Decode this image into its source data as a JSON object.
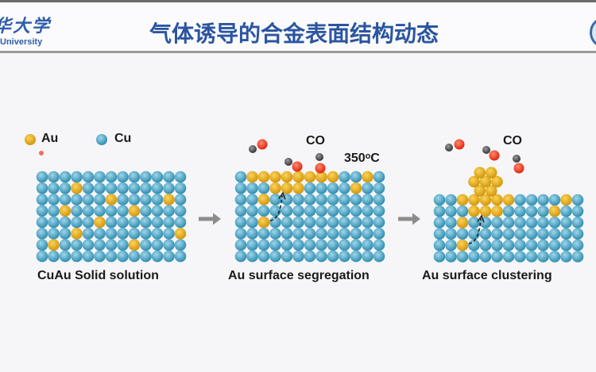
{
  "header": {
    "title": "气体诱导的合金表面结构动态",
    "logo_cn": "华大学",
    "logo_en": "University"
  },
  "legend": {
    "au": "Au",
    "cu": "Cu"
  },
  "colors": {
    "au": "#e3a514",
    "cu": "#3f9fbf",
    "o": "#e83a1e",
    "c": "#555555",
    "arrow": "#8c8c8c"
  },
  "panels": [
    {
      "caption": "CuAu Solid solution",
      "cols": 13,
      "rows": 8,
      "au": [
        [
          3,
          1
        ],
        [
          6,
          2
        ],
        [
          11,
          2
        ],
        [
          2,
          3
        ],
        [
          8,
          3
        ],
        [
          5,
          4
        ],
        [
          3,
          5
        ],
        [
          12,
          5
        ],
        [
          1,
          6
        ],
        [
          8,
          6
        ]
      ],
      "cluster": [],
      "molecules": 0
    },
    {
      "caption": "Au surface segregation",
      "cols": 13,
      "rows": 8,
      "au": [
        [
          1,
          0
        ],
        [
          2,
          0
        ],
        [
          3,
          0
        ],
        [
          4,
          0
        ],
        [
          5,
          0
        ],
        [
          6,
          0
        ],
        [
          7,
          0
        ],
        [
          8,
          0
        ],
        [
          11,
          0
        ],
        [
          3,
          1
        ],
        [
          4,
          1
        ],
        [
          5,
          1
        ],
        [
          10,
          1
        ],
        [
          2,
          2
        ],
        [
          2,
          4
        ]
      ],
      "cluster": [],
      "gas_label": "CO",
      "temperature": "350ᵒC"
    },
    {
      "caption": "Au surface clustering",
      "cols": 13,
      "rows": 6,
      "au": [
        [
          2,
          0
        ],
        [
          3,
          0
        ],
        [
          4,
          0
        ],
        [
          5,
          0
        ],
        [
          6,
          0
        ],
        [
          11,
          0
        ],
        [
          3,
          1
        ],
        [
          4,
          1
        ],
        [
          5,
          1
        ],
        [
          10,
          1
        ],
        [
          2,
          2
        ],
        [
          2,
          4
        ]
      ],
      "cluster": [
        [
          3.5,
          -0.8
        ],
        [
          4.5,
          -0.8
        ],
        [
          3,
          -1.6
        ],
        [
          4,
          -1.6
        ],
        [
          5,
          -1.6
        ],
        [
          3.5,
          -2.4
        ],
        [
          4.5,
          -2.4
        ]
      ],
      "gas_label": "CO"
    }
  ]
}
